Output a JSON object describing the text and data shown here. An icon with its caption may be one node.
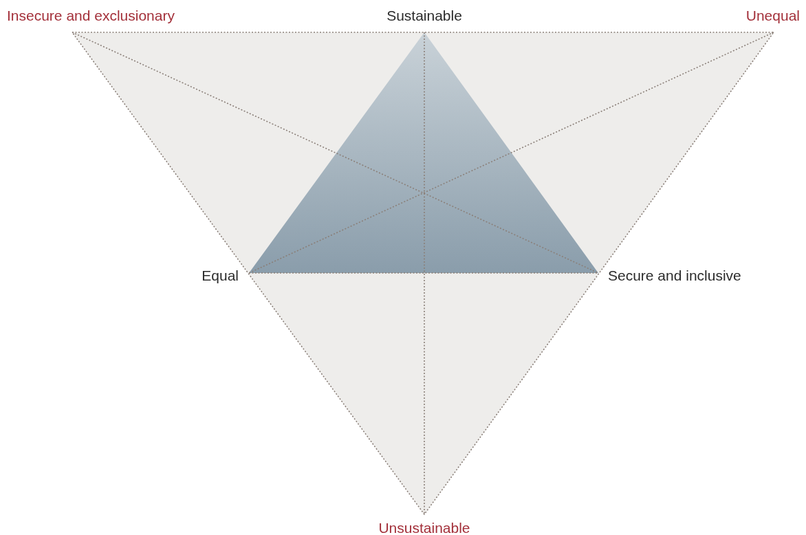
{
  "diagram": {
    "labels": [
      "Insecure and exclusionary",
      "Sustainable",
      "Unequal",
      "Equal",
      "Secure and inclusive",
      "Unsustainable"
    ]
  }
}
